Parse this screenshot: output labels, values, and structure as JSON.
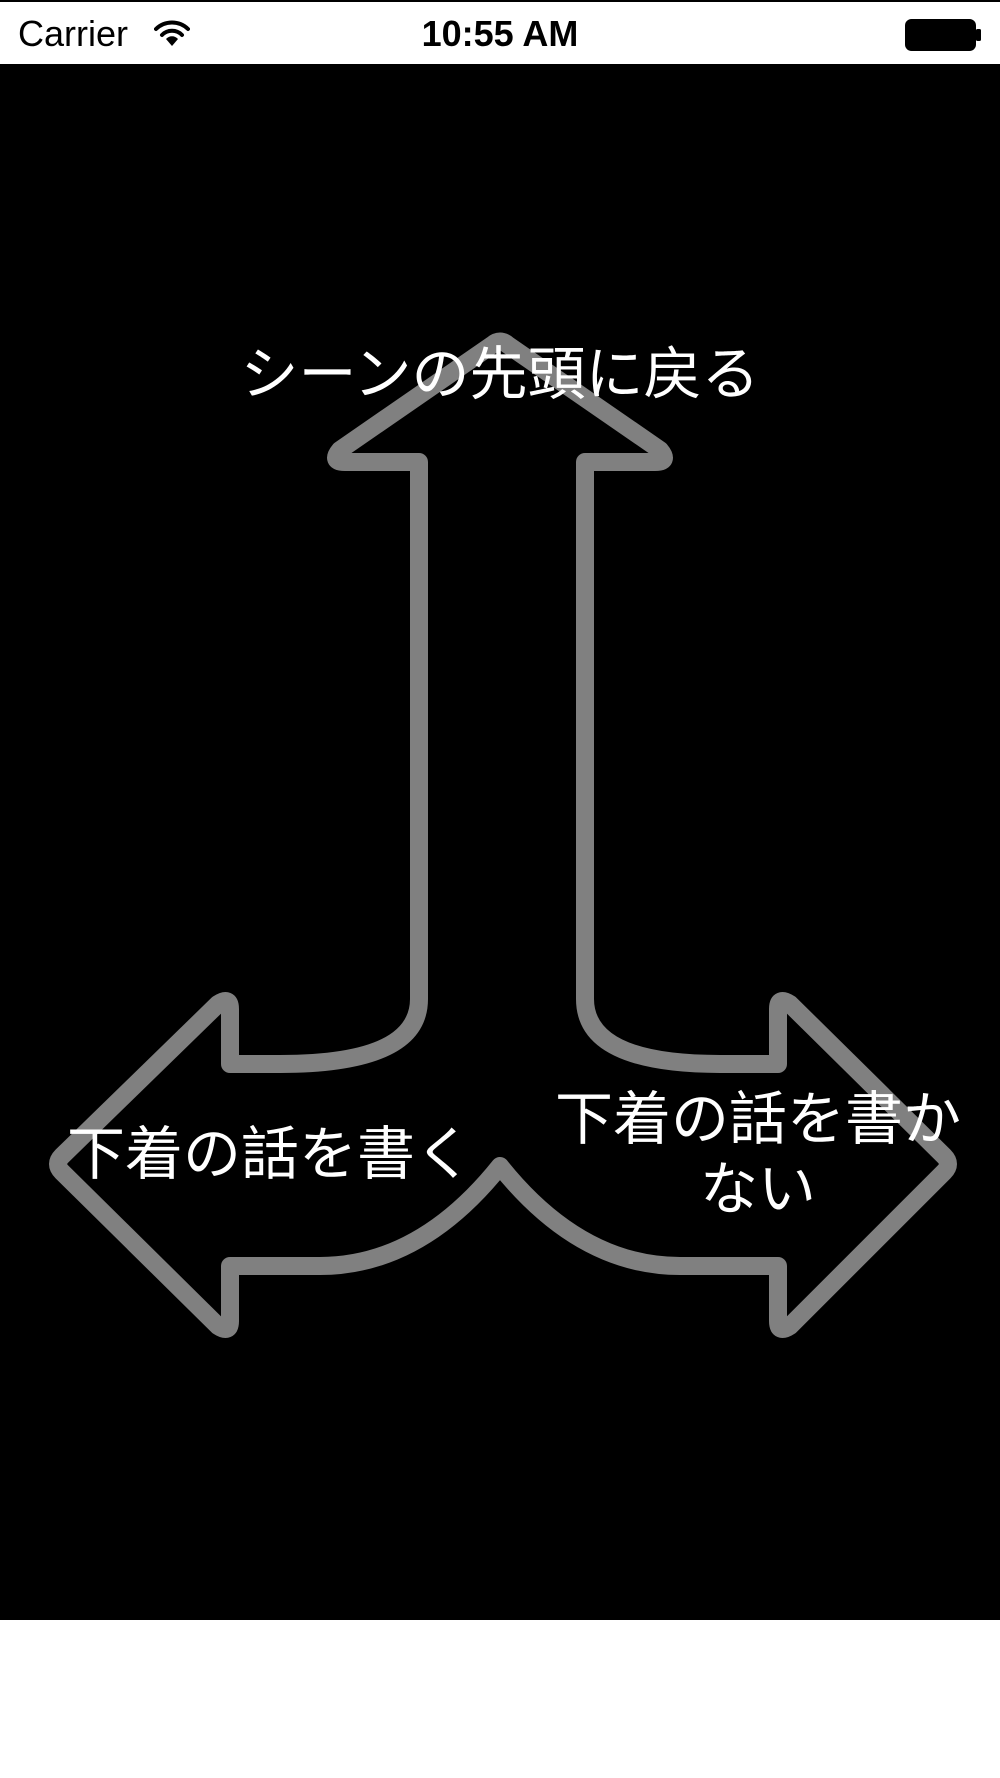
{
  "status_bar": {
    "carrier": "Carrier",
    "time": "10:55 AM",
    "wifi_icon": "wifi-icon",
    "battery_icon": "battery-icon"
  },
  "stage": {
    "background": "#000000",
    "arrow_color": "#808080",
    "choices": {
      "up": "シーンの先頭に戻る",
      "left": "下着の話を書く",
      "right": "下着の話を書かない"
    }
  }
}
